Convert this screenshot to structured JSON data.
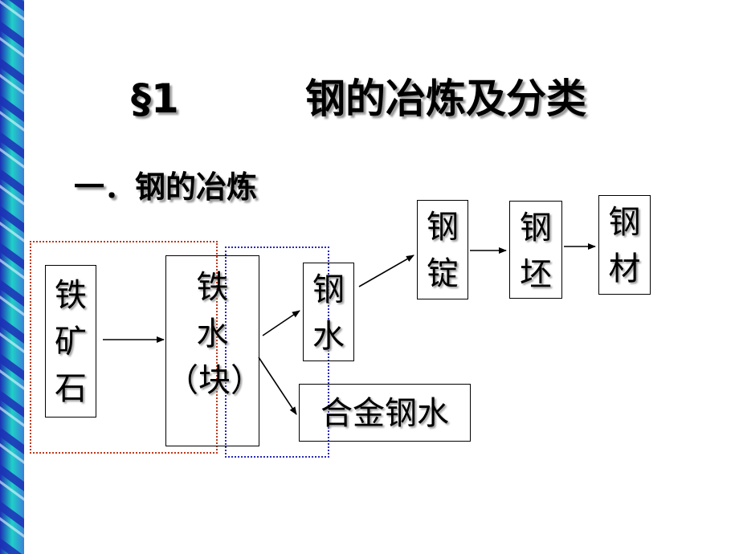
{
  "title": {
    "section": "§1",
    "text": "钢的冶炼及分类"
  },
  "subtitle": "一．钢的冶炼",
  "nodes": {
    "iron_ore": [
      "铁",
      "矿",
      "石"
    ],
    "molten_iron": [
      "铁",
      "水",
      "（块）"
    ],
    "molten_steel": [
      "钢",
      "水"
    ],
    "alloy_steel": "合金钢水",
    "ingot": [
      "钢",
      "锭"
    ],
    "billet": [
      "钢",
      "坯"
    ],
    "steel_product": [
      "钢",
      "材"
    ]
  },
  "colors": {
    "red_dotted": "#c0381a",
    "blue_dotted": "#2a2ab8",
    "stripe_teal": "#1fd0c8",
    "stripe_blue": "#1c2fb5"
  }
}
